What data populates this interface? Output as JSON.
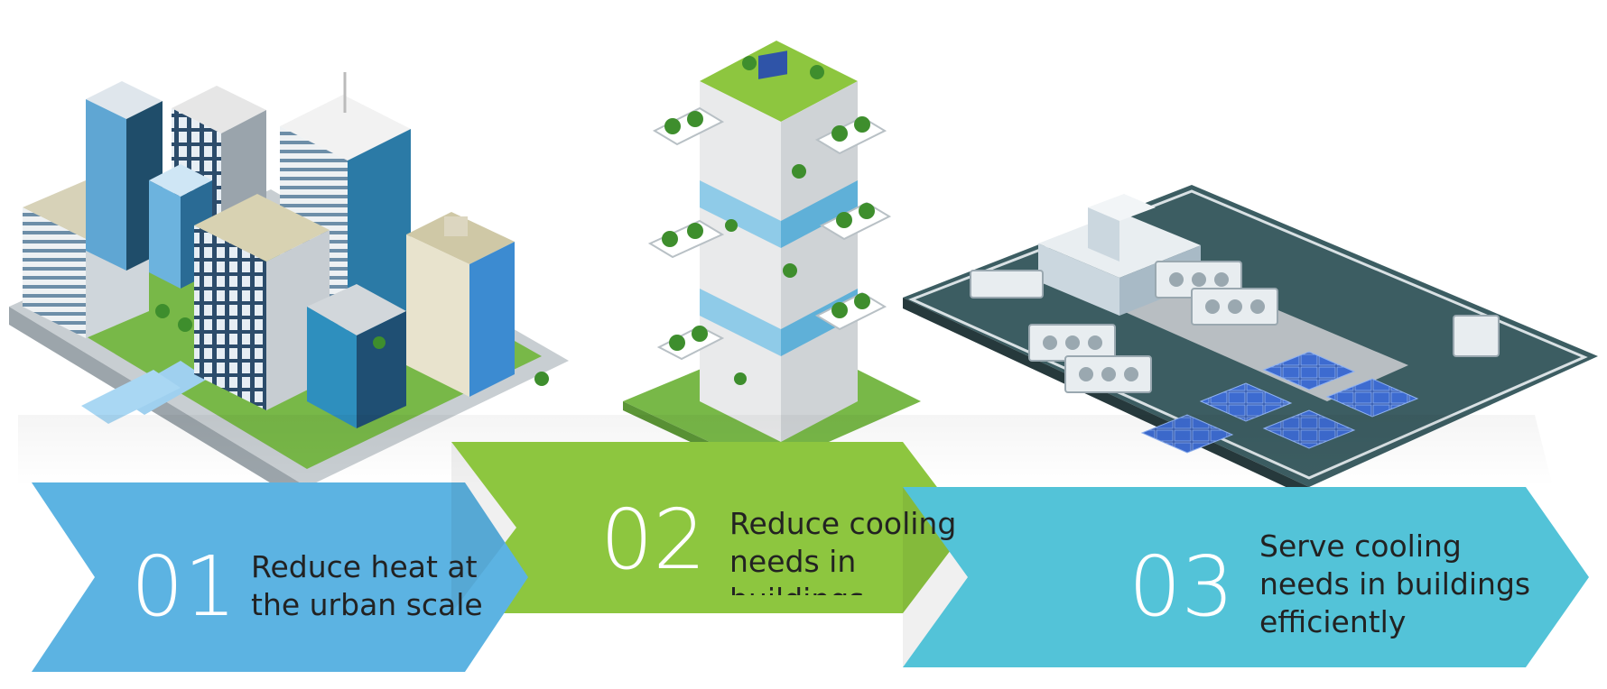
{
  "colors": {
    "step1": "#5cb3e2",
    "step2": "#8dc63f",
    "step3": "#53c3d8",
    "text": "#222222",
    "number": "#ffffff"
  },
  "steps": [
    {
      "number": "01",
      "lines": [
        "Reduce heat at",
        "the urban scale"
      ]
    },
    {
      "number": "02",
      "lines": [
        "Reduce cooling",
        "needs in buildings"
      ]
    },
    {
      "number": "03",
      "lines": [
        "Serve cooling",
        "needs in buildings",
        "efficiently"
      ]
    }
  ],
  "illustrations": [
    {
      "icon": "city-buildings-illustration"
    },
    {
      "icon": "green-tower-illustration"
    },
    {
      "icon": "rooftop-cooling-solar-illustration"
    }
  ]
}
